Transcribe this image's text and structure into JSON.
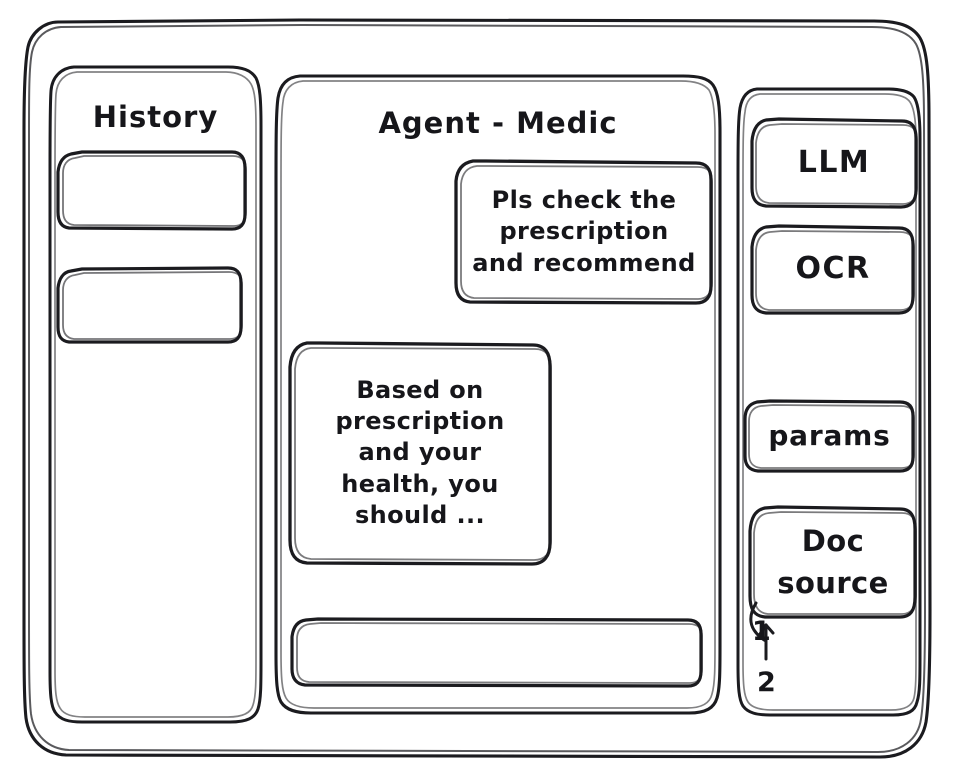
{
  "window": {
    "name": "app-window",
    "style": "hand-drawn-wireframe",
    "stroke_color": "#1b1b1f",
    "background_color": "#ffffff"
  },
  "history_panel": {
    "title": "History",
    "items": [
      {
        "label": ""
      },
      {
        "label": ""
      }
    ]
  },
  "agent_panel": {
    "title": "Agent - Medic",
    "messages": [
      {
        "role": "user",
        "text": "Pls check the\nprescription\nand recommend"
      },
      {
        "role": "assistant",
        "text": "Based on\nprescription\nand your\nhealth, you\nshould ..."
      }
    ],
    "composer": {
      "value": "",
      "placeholder": ""
    }
  },
  "tools_panel": {
    "buttons": [
      {
        "label": "LLM"
      },
      {
        "label": "OCR"
      },
      {
        "label": "params"
      }
    ],
    "doc_source": {
      "label": "Doc\nsource",
      "references": [
        {
          "marker": "1"
        },
        {
          "marker": "2"
        }
      ]
    }
  }
}
